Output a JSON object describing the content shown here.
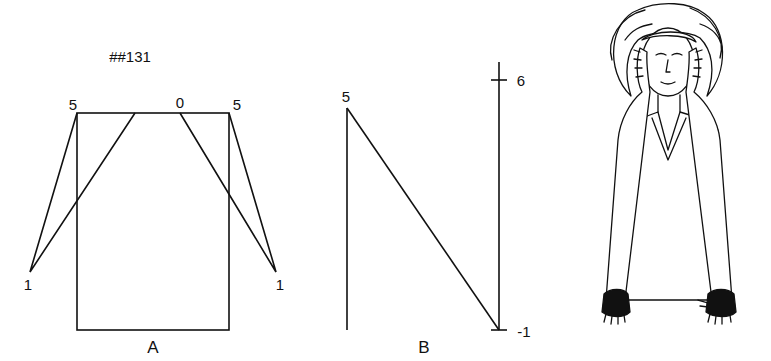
{
  "diagram": {
    "labels": [
      "##131",
      "5",
      "0",
      "5",
      "1",
      "1",
      "A",
      "5",
      "6",
      "-1",
      "B"
    ]
  }
}
